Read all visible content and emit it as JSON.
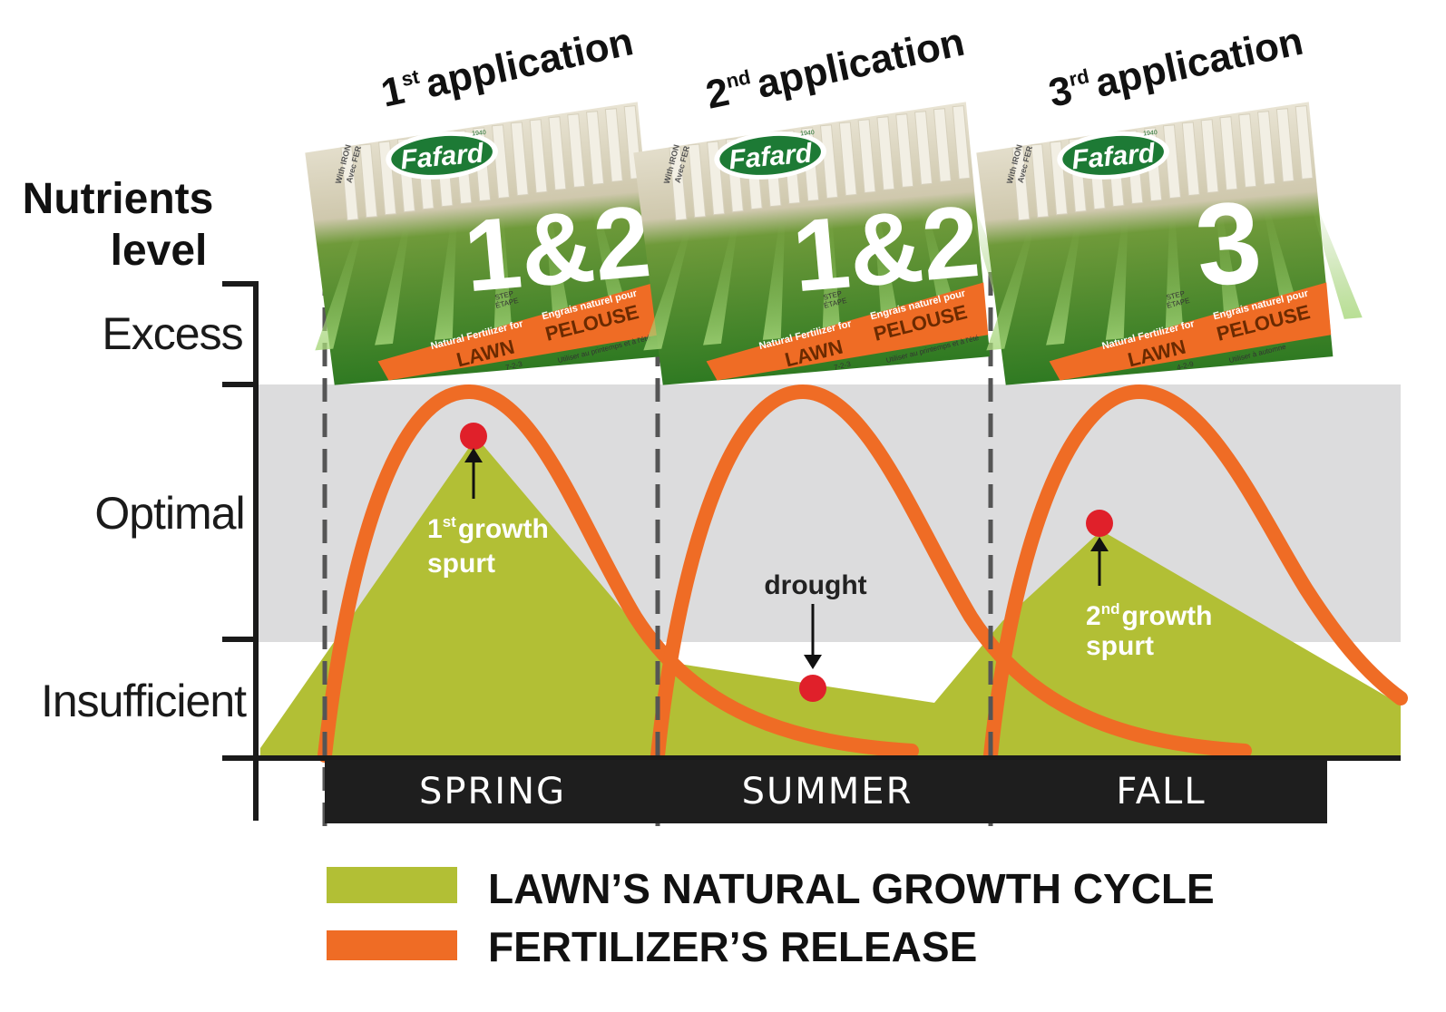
{
  "diagram": {
    "y_axis_title_line1": "Nutrients",
    "y_axis_title_line2": "level",
    "levels": {
      "excess": "Excess",
      "optimal": "Optimal",
      "insufficient": "Insufficient"
    },
    "seasons": [
      "SPRING",
      "SUMMER",
      "FALL"
    ],
    "applications": [
      {
        "ordinal_number": "1",
        "ordinal_suffix": "st",
        "text": "application"
      },
      {
        "ordinal_number": "2",
        "ordinal_suffix": "nd",
        "text": "application"
      },
      {
        "ordinal_number": "3",
        "ordinal_suffix": "rd",
        "text": "application"
      }
    ],
    "annotations": {
      "growth1": {
        "number": "1",
        "suffix": "st",
        "line1": "growth",
        "line2": "spurt"
      },
      "growth2": {
        "number": "2",
        "suffix": "nd",
        "line1": "growth",
        "line2": "spurt"
      },
      "drought": "drought"
    },
    "legend": {
      "lawn_cycle": "LAWN’S NATURAL GROWTH CYCLE",
      "fertilizer": "FERTILIZER’S RELEASE"
    },
    "colors": {
      "lawn_green": "#b2bf35",
      "fertilizer_orange": "#ef6c25",
      "optimal_band": "#dcdcdd",
      "season_bar": "#1e1e1e",
      "marker_red": "#e0202a"
    }
  },
  "bags": [
    {
      "brand": "Fafard",
      "year": "1940",
      "iron_en": "With IRON",
      "iron_fr": "Avec FER",
      "step_number": "1&2",
      "step_label_en": "STEP",
      "step_label_fr": "ÉTAPE",
      "subtitle_en": "Natural Fertilizer for",
      "subtitle_fr": "Engrais naturel pour",
      "product_en": "LAWN",
      "product_fr": "PELOUSE",
      "npk": "7-2-3",
      "usage": "Utiliser au printemps et à l'été"
    },
    {
      "brand": "Fafard",
      "year": "1940",
      "iron_en": "With IRON",
      "iron_fr": "Avec FER",
      "step_number": "1&2",
      "step_label_en": "STEP",
      "step_label_fr": "ÉTAPE",
      "subtitle_en": "Natural Fertilizer for",
      "subtitle_fr": "Engrais naturel pour",
      "product_en": "LAWN",
      "product_fr": "PELOUSE",
      "npk": "7-2-3",
      "usage": "Utiliser au printemps et à l'été"
    },
    {
      "brand": "Fafard",
      "year": "1940",
      "iron_en": "With IRON",
      "iron_fr": "Avec FER",
      "step_number": "3",
      "step_label_en": "STEP",
      "step_label_fr": "ÉTAPE",
      "subtitle_en": "Natural Fertilizer for",
      "subtitle_fr": "Engrais naturel pour",
      "product_en": "LAWN",
      "product_fr": "PELOUSE",
      "npk": "4-2-9",
      "usage": "Utiliser à automne"
    }
  ]
}
